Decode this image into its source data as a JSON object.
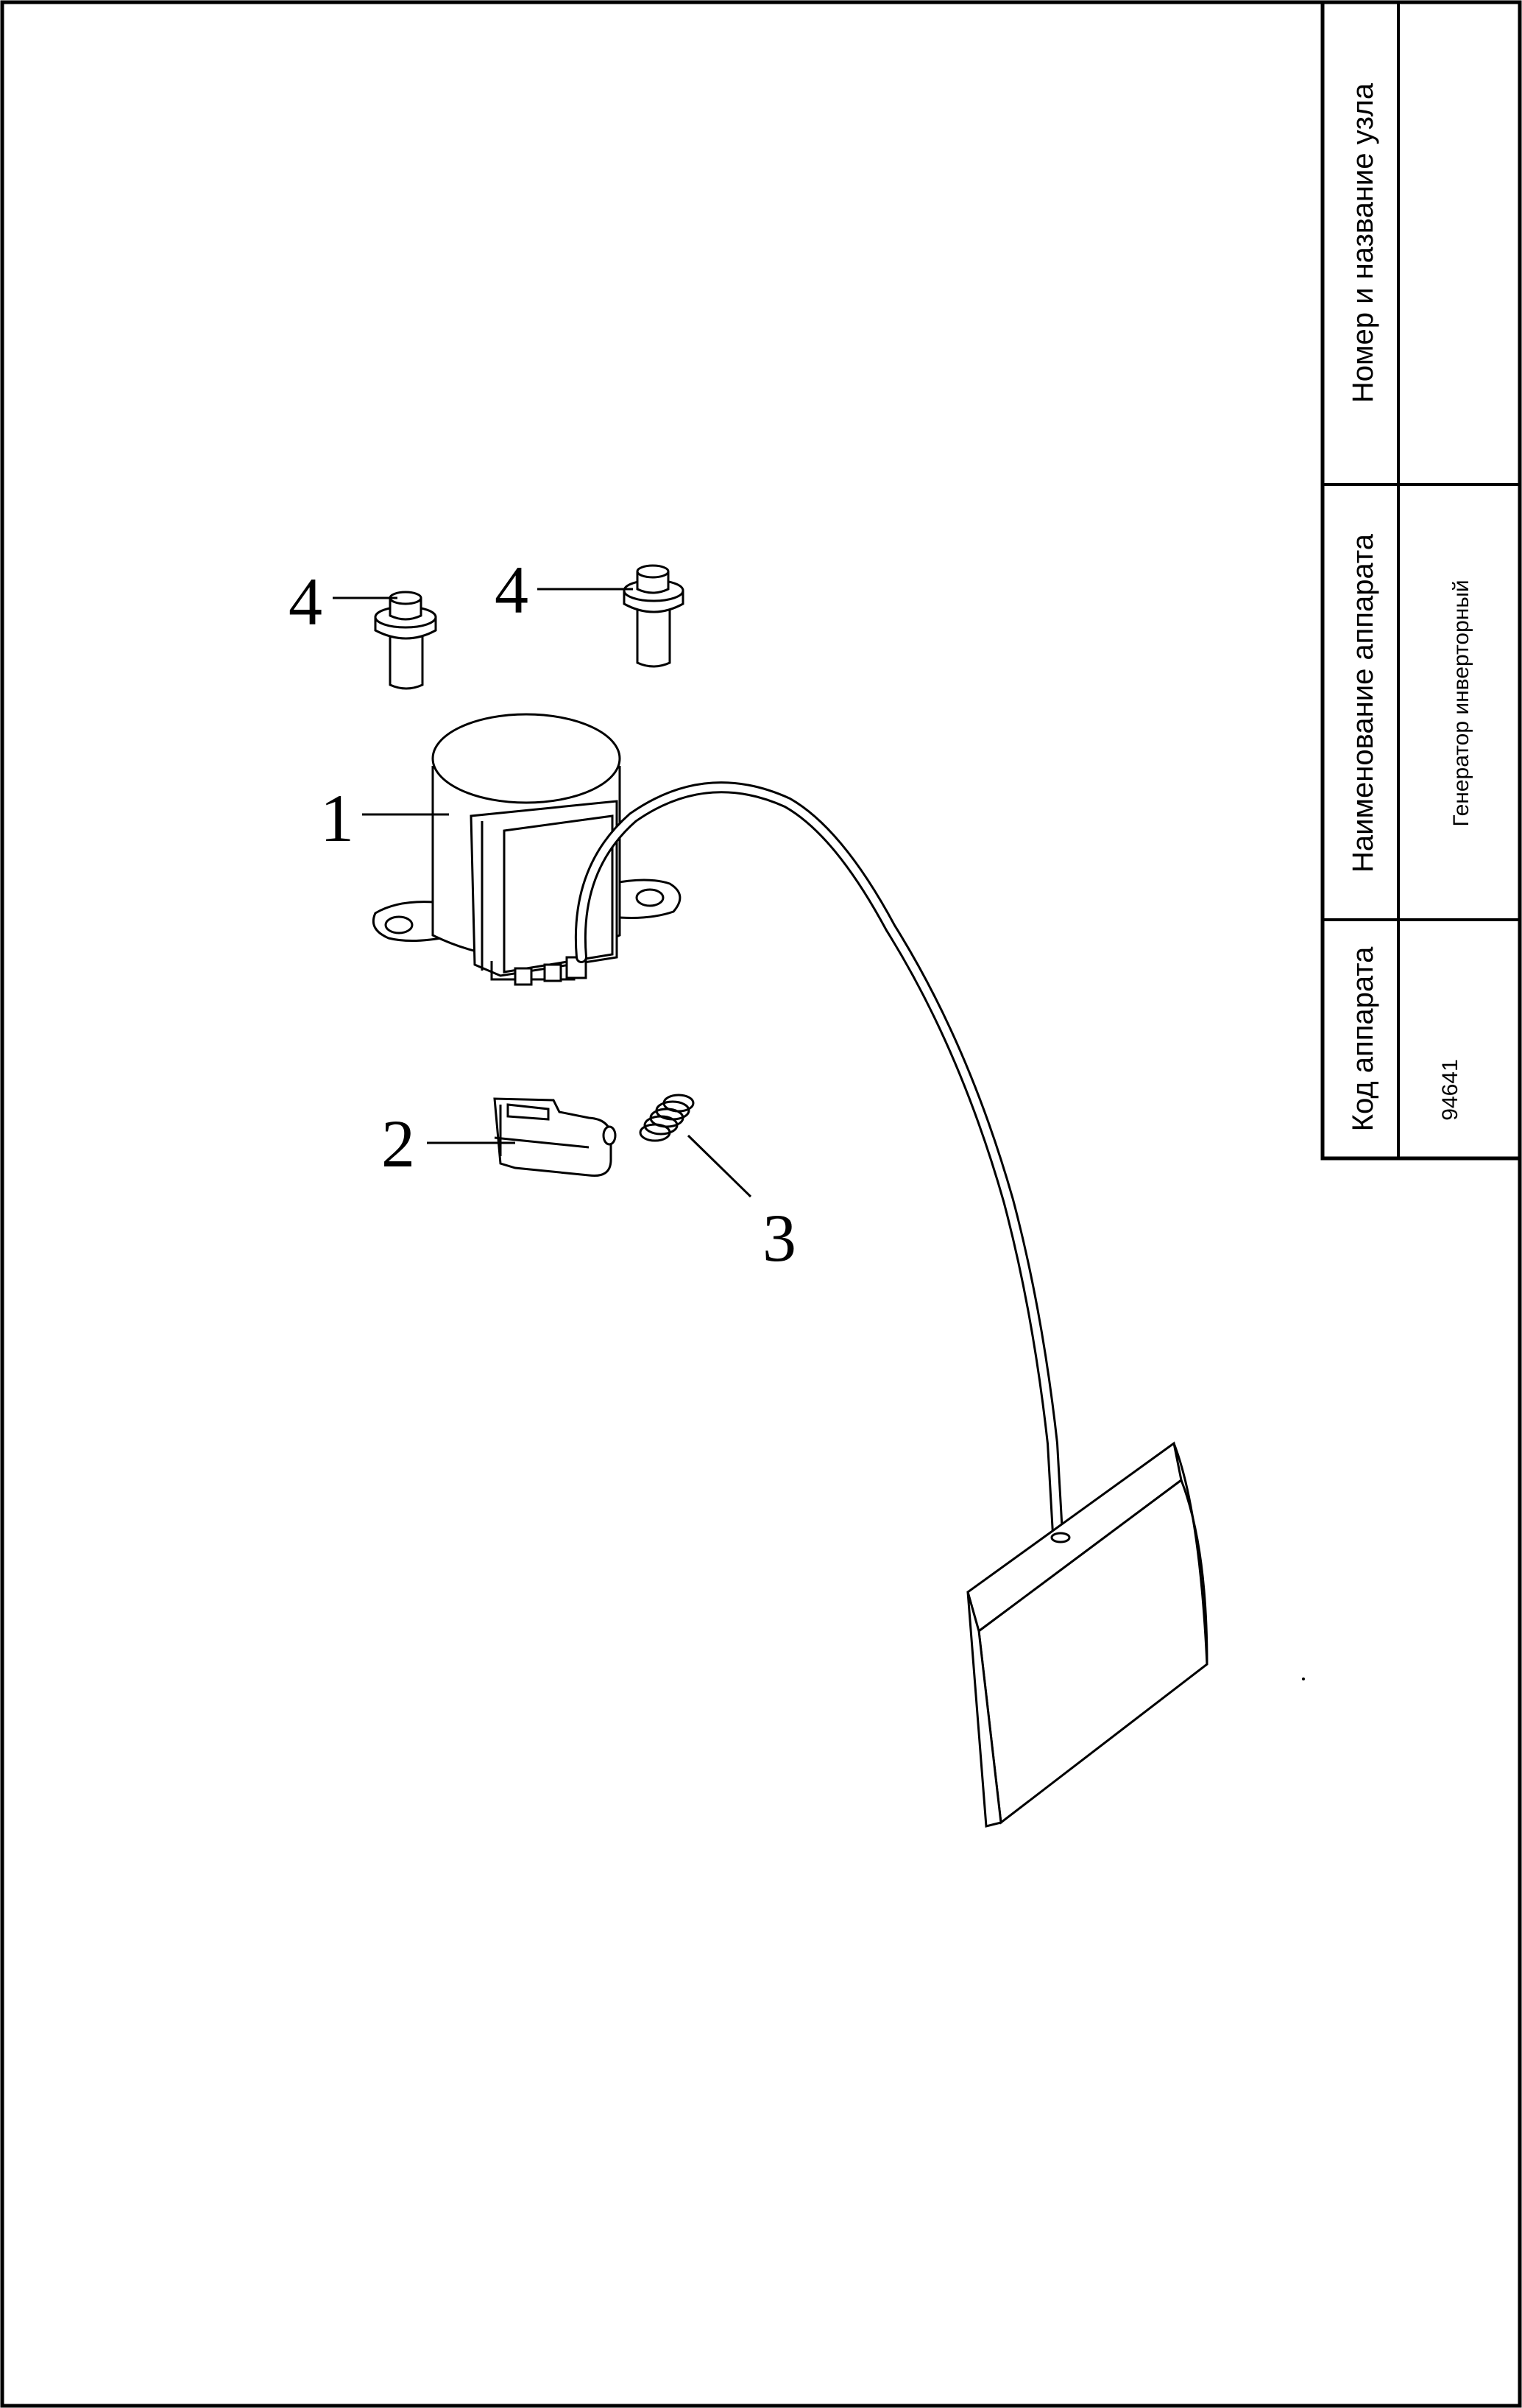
{
  "title_block": {
    "col_node": {
      "header": "Номер и название узла",
      "value": ""
    },
    "col_device_name": {
      "header": "Наименование аппарата",
      "value": "Генератор инверторный"
    },
    "col_device_code": {
      "header": "Код аппарата",
      "value": "94641"
    }
  },
  "callouts": [
    {
      "id": "callout-1",
      "label": "1"
    },
    {
      "id": "callout-2",
      "label": "2"
    },
    {
      "id": "callout-3",
      "label": "3"
    },
    {
      "id": "callout-4a",
      "label": "4"
    },
    {
      "id": "callout-4b",
      "label": "4"
    }
  ],
  "parts": [
    {
      "ref": "1",
      "icon": "solenoid-motor-icon"
    },
    {
      "ref": "2",
      "icon": "latch-clip-icon"
    },
    {
      "ref": "3",
      "icon": "coil-spring-icon"
    },
    {
      "ref": "4",
      "icon": "flange-bolt-icon"
    },
    {
      "ref": "",
      "icon": "connector-plate-icon"
    }
  ],
  "colors": {
    "ink": "#000000",
    "paper": "#ffffff"
  }
}
